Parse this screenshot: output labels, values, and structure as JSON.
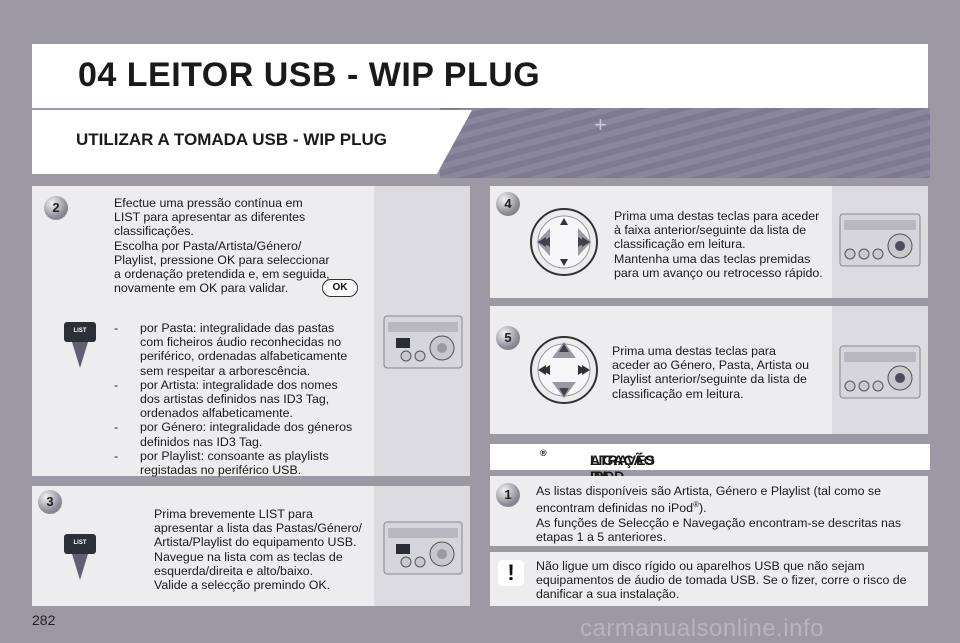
{
  "header": {
    "title": "04 LEITOR USB - WIP PLUG",
    "subtitle": "UTILIZAR A TOMADA USB - WIP PLUG"
  },
  "steps": {
    "s2": {
      "number": "2",
      "text_lines": [
        "Efectue uma pressão contínua em",
        "LIST para apresentar as diferentes",
        "classificações.",
        "Escolha por Pasta/Artista/Género/",
        "Playlist, pressione OK para seleccionar",
        "a ordenação pretendida e, em seguida,",
        "novamente em OK para validar."
      ],
      "ok_label": "OK",
      "list_label": "LIST",
      "bullets": [
        [
          "por Pasta: integralidade das pastas",
          "com ficheiros áudio reconhecidas no",
          "periférico, ordenadas alfabeticamente",
          "sem respeitar a arborescência."
        ],
        [
          "por Artista: integralidade dos nomes",
          "dos artistas definidos nas ID3 Tag,",
          "ordenados alfabeticamente."
        ],
        [
          "por Género: integralidade dos géneros",
          "definidos nas ID3 Tag."
        ],
        [
          "por Playlist: consoante as playlists",
          "registadas no periférico USB."
        ]
      ]
    },
    "s3": {
      "number": "3",
      "list_label": "LIST",
      "text_lines": [
        "Prima brevemente LIST para",
        "apresentar a lista das Pastas/Género/",
        "Artista/Playlist do equipamento USB.",
        "Navegue na lista com as teclas de",
        "esquerda/direita e alto/baixo.",
        "Valide a selecção premindo OK."
      ]
    },
    "s4": {
      "number": "4",
      "text_lines": [
        "Prima uma destas teclas para aceder",
        "à faixa anterior/seguinte da lista de",
        "classificação em leitura.",
        "Mantenha uma das teclas premidas",
        "para um avanço ou retrocesso rápido."
      ]
    },
    "s5": {
      "number": "5",
      "text_lines": [
        "Prima uma destas teclas para",
        "aceder ao Género, Pasta, Artista ou",
        "Playlist anterior/seguinte da lista de",
        "classificação em leitura."
      ]
    }
  },
  "ipod": {
    "heading_pre": "LIGAÇÃO IPOD",
    "heading_sup": "®",
    "heading_post": " ATRAVÉS DA TOMADA USB",
    "number": "1",
    "line1": "As listas disponíveis são Artista, Género e Playlist (tal como se",
    "line2_pre": "encontram definidas no iPod",
    "line2_sup": "®",
    "line2_post": ").",
    "line3": "As funções de Selecção e Navegação encontram-se descritas nas",
    "line4": "etapas 1 a 5 anteriores."
  },
  "warning": {
    "icon": "!",
    "text_lines": [
      "Não ligue um disco rígido ou aparelhos USB que não sejam",
      "equipamentos de áudio de tomada USB. Se o fizer, corre o risco de",
      "danificar a sua instalação."
    ]
  },
  "footer": {
    "page_number": "282",
    "watermark": "carmanualsonline.info"
  },
  "colors": {
    "background": "#9c99a4",
    "panel": "#ededef",
    "stripe": "#7f7a92"
  }
}
